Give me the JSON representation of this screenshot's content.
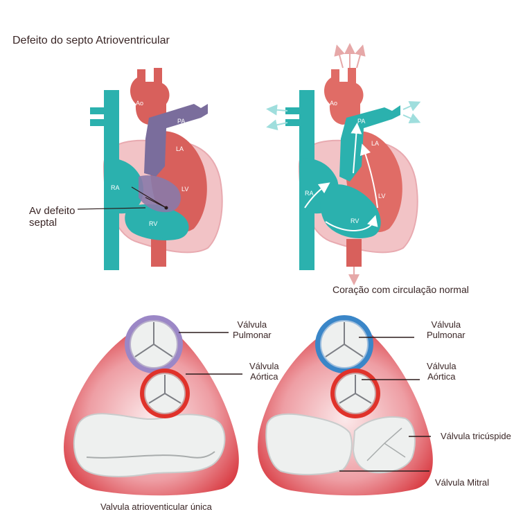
{
  "title": "Defeito do septo Atrioventricular",
  "left_heart": {
    "label_line1": "Av defeito",
    "label_line2": "septal",
    "chambers": {
      "ao": "Ao",
      "pa": "PA",
      "la": "LA",
      "lv": "LV",
      "ra": "RA",
      "rv": "RV"
    }
  },
  "right_heart": {
    "caption": "Coração  com circulação normal",
    "chambers": {
      "ao": "Ao",
      "pa": "PA",
      "la": "LA",
      "lv": "LV",
      "ra": "RA",
      "rv": "RV"
    }
  },
  "left_valves": {
    "pulmonary_line1": "Válvula",
    "pulmonary_line2": "Pulmonar",
    "aortic_line1": "Válvula",
    "aortic_line2": "Aórtica",
    "caption": "Valvula atrioventicular única"
  },
  "right_valves": {
    "pulmonary_line1": "Válvula",
    "pulmonary_line2": "Pulmonar",
    "aortic_line1": "Válvula",
    "aortic_line2": "Aórtica",
    "tricuspid": "Válvula tricúspide",
    "mitral": "Válvula Mitral"
  },
  "colors": {
    "red": "#d8605c",
    "pink": "#f2c3c6",
    "purple": "#7a6d9c",
    "teal": "#2bb1ae",
    "valve_red": "#e0322a",
    "valve_purple": "#9b87c6",
    "valve_blue": "#3a86c8",
    "label_text": "#3a2626"
  }
}
